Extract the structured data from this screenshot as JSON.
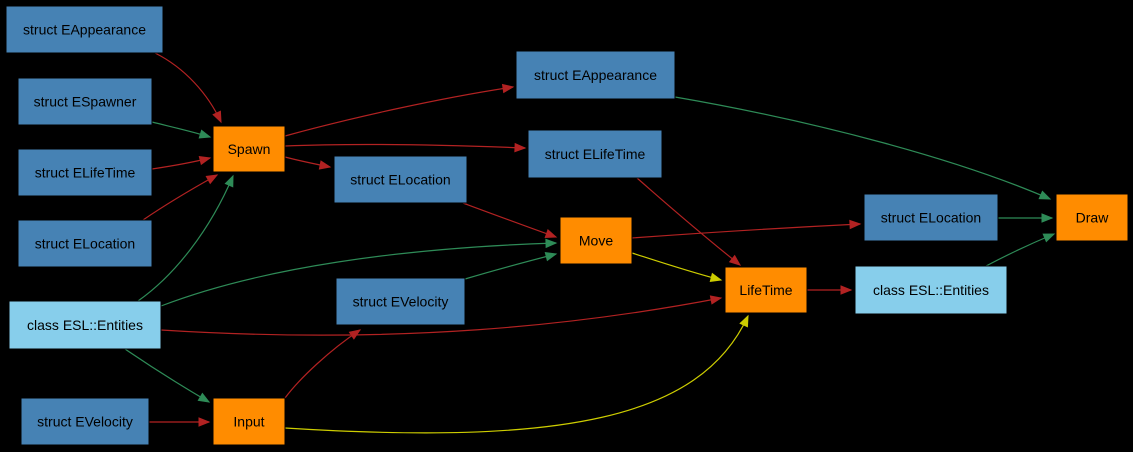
{
  "colors": {
    "background": "#000000",
    "component": "#4682b4",
    "system": "#ff8c00",
    "entities": "#87ceeb",
    "border": "#000000",
    "edge_green": "#2e8b57",
    "edge_red": "#b22222",
    "edge_yellow": "#cdcd00"
  },
  "nodes": {
    "n_eappearance_in": "struct EAppearance",
    "n_espawner": "struct ESpawner",
    "n_elifetime_in": "struct ELifeTime",
    "n_elocation_in": "struct ELocation",
    "n_entities_in": "class ESL::Entities",
    "n_evelocity_in": "struct EVelocity",
    "n_spawn": "Spawn",
    "n_input": "Input",
    "n_elocation_mid": "struct ELocation",
    "n_evelocity_mid": "struct EVelocity",
    "n_eappearance_mid": "struct EAppearance",
    "n_elifetime_mid": "struct ELifeTime",
    "n_move": "Move",
    "n_lifetime": "LifeTime",
    "n_elocation_out": "struct ELocation",
    "n_entities_out": "class ESL::Entities",
    "n_draw": "Draw"
  },
  "node_kinds": {
    "n_eappearance_in": "component",
    "n_espawner": "component",
    "n_elifetime_in": "component",
    "n_elocation_in": "component",
    "n_entities_in": "entities",
    "n_evelocity_in": "component",
    "n_spawn": "system",
    "n_input": "system",
    "n_elocation_mid": "component",
    "n_evelocity_mid": "component",
    "n_eappearance_mid": "component",
    "n_elifetime_mid": "component",
    "n_move": "system",
    "n_lifetime": "system",
    "n_elocation_out": "component",
    "n_entities_out": "entities",
    "n_draw": "system"
  },
  "edges": [
    {
      "from": "n_eappearance_in",
      "to": "n_spawn",
      "color": "edge_red"
    },
    {
      "from": "n_espawner",
      "to": "n_spawn",
      "color": "edge_green"
    },
    {
      "from": "n_elifetime_in",
      "to": "n_spawn",
      "color": "edge_red"
    },
    {
      "from": "n_elocation_in",
      "to": "n_spawn",
      "color": "edge_red"
    },
    {
      "from": "n_entities_in",
      "to": "n_spawn",
      "color": "edge_green"
    },
    {
      "from": "n_spawn",
      "to": "n_eappearance_mid",
      "color": "edge_red"
    },
    {
      "from": "n_spawn",
      "to": "n_elifetime_mid",
      "color": "edge_red"
    },
    {
      "from": "n_spawn",
      "to": "n_elocation_mid",
      "color": "edge_red"
    },
    {
      "from": "n_elocation_mid",
      "to": "n_move",
      "color": "edge_red"
    },
    {
      "from": "n_entities_in",
      "to": "n_move",
      "color": "edge_green"
    },
    {
      "from": "n_evelocity_mid",
      "to": "n_move",
      "color": "edge_green"
    },
    {
      "from": "n_entities_in",
      "to": "n_lifetime",
      "color": "edge_red"
    },
    {
      "from": "n_entities_in",
      "to": "n_input",
      "color": "edge_green"
    },
    {
      "from": "n_evelocity_in",
      "to": "n_input",
      "color": "edge_red"
    },
    {
      "from": "n_input",
      "to": "n_evelocity_mid",
      "color": "edge_red"
    },
    {
      "from": "n_input",
      "to": "n_lifetime",
      "color": "edge_yellow"
    },
    {
      "from": "n_move",
      "to": "n_lifetime",
      "color": "edge_yellow"
    },
    {
      "from": "n_elifetime_mid",
      "to": "n_lifetime",
      "color": "edge_red"
    },
    {
      "from": "n_move",
      "to": "n_elocation_out",
      "color": "edge_red"
    },
    {
      "from": "n_lifetime",
      "to": "n_entities_out",
      "color": "edge_red"
    },
    {
      "from": "n_eappearance_mid",
      "to": "n_draw",
      "color": "edge_green"
    },
    {
      "from": "n_elocation_out",
      "to": "n_draw",
      "color": "edge_green"
    },
    {
      "from": "n_entities_out",
      "to": "n_draw",
      "color": "edge_green"
    }
  ]
}
